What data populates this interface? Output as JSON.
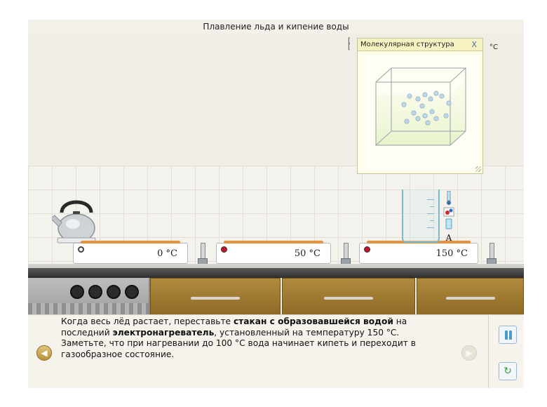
{
  "title": "Плавление льда и кипение воды",
  "molecular_panel": {
    "title": "Молекулярная структура",
    "close_label": "X",
    "unit_partial": "°C",
    "bracket_glyph": "[",
    "icon": "cube-molecules-icon"
  },
  "heaters": [
    {
      "temperature": "0 °C",
      "indicator": "off"
    },
    {
      "temperature": "50 °C",
      "indicator": "on"
    },
    {
      "temperature": "150 °C",
      "indicator": "on"
    }
  ],
  "tools": {
    "label": "A",
    "icons": [
      "thermometer-icon",
      "molecule-icon",
      "cup-icon"
    ]
  },
  "instruction": {
    "p1": "Когда весь лёд растает, переставьте ",
    "b1": "стакан с образовавшейся водой",
    "p2": " на последний ",
    "b2": "электронагреватель",
    "p3": ", установленный на температуру 150 °С. Заметьте, что при нагревании до 100 °С вода начинает кипеть и переходит в газообразное состояние."
  },
  "nav": {
    "prev_icon": "arrow-left-icon",
    "next_icon": "arrow-right-icon"
  },
  "controls": {
    "pause_icon": "pause-icon",
    "reset_icon": "refresh-icon"
  },
  "colors": {
    "heater_plate": "#e89240",
    "indicator_on": "#c0182b",
    "cabinet": "#a07a32",
    "accent_blue": "#4a9bc7"
  }
}
